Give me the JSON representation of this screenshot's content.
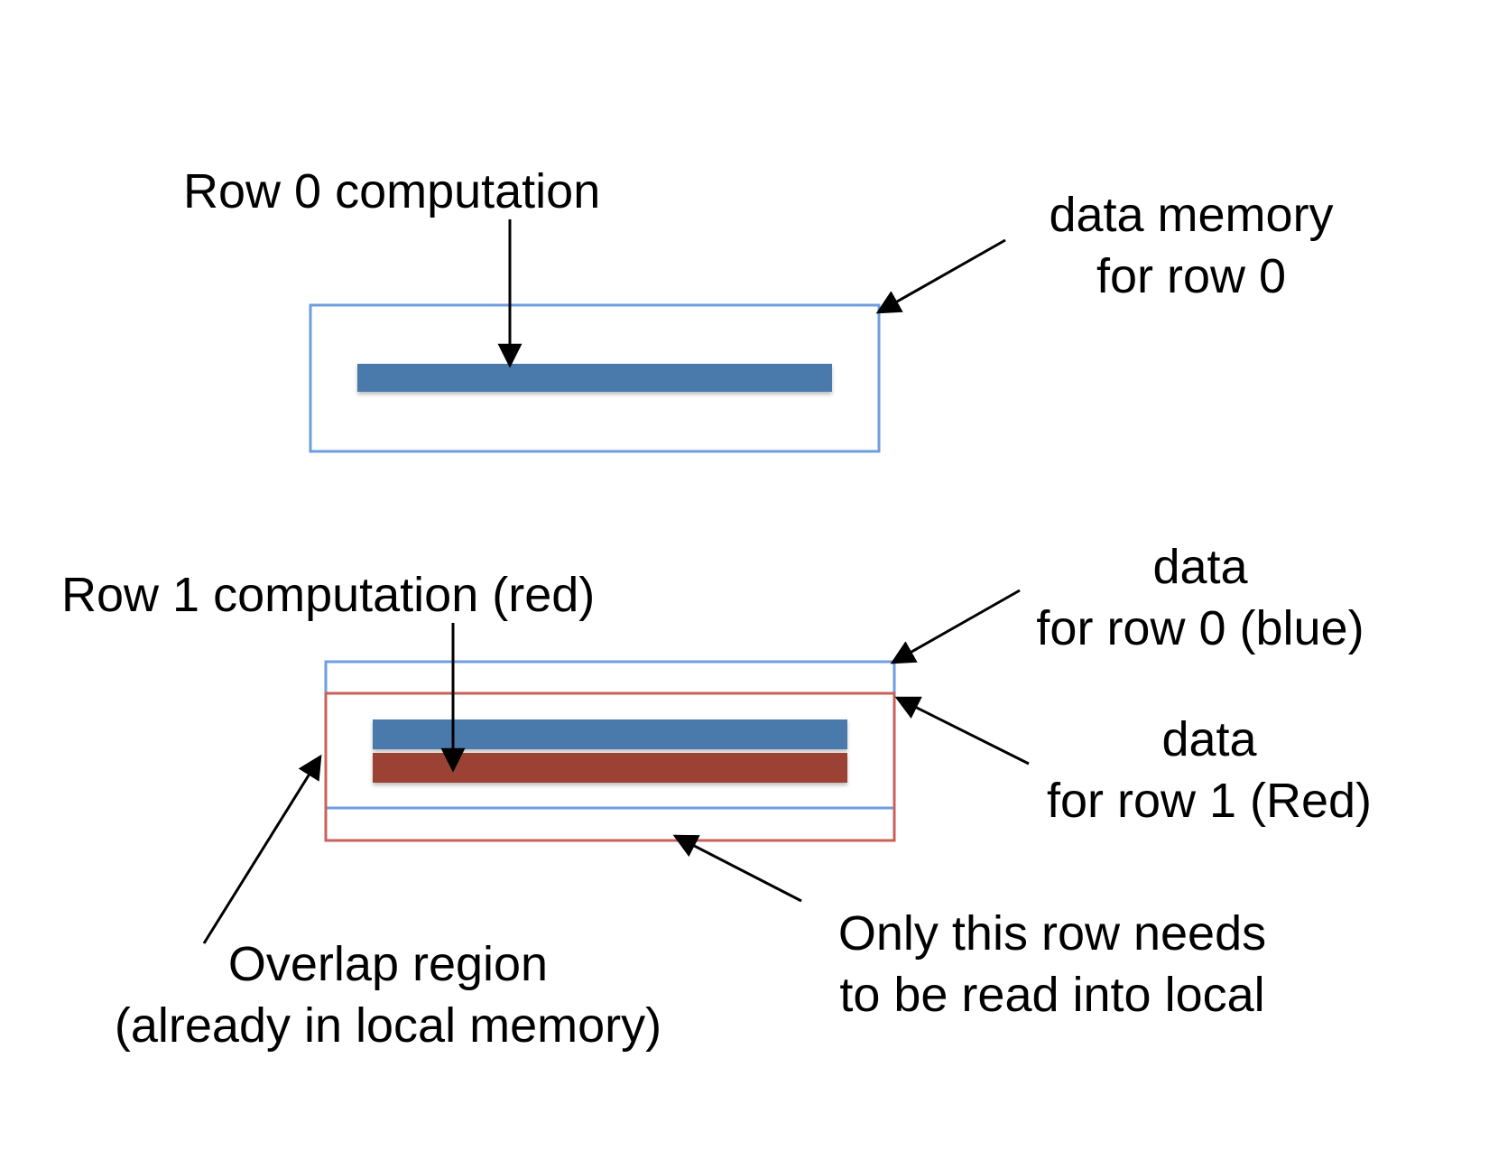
{
  "labels": {
    "row0_computation": "Row 0 computation",
    "row0_memory_line1": "data memory",
    "row0_memory_line2": "for row 0",
    "row1_computation": "Row 1 computation (red)",
    "row0_blue_line1": "data",
    "row0_blue_line2": "for row 0 (blue)",
    "row1_red_line1": "data",
    "row1_red_line2": "for row 1 (Red)",
    "only_row_line1": "Only this row needs",
    "only_row_line2": "to be read into local",
    "overlap_line1": "Overlap region",
    "overlap_line2": "(already in local memory)"
  },
  "colors": {
    "row0_bar": "#4a7aab",
    "row1_bar": "#9b4334",
    "row0_box": "#6f9ee0",
    "row1_box": "#c9605a",
    "arrow": "#000000",
    "text": "#000000"
  }
}
